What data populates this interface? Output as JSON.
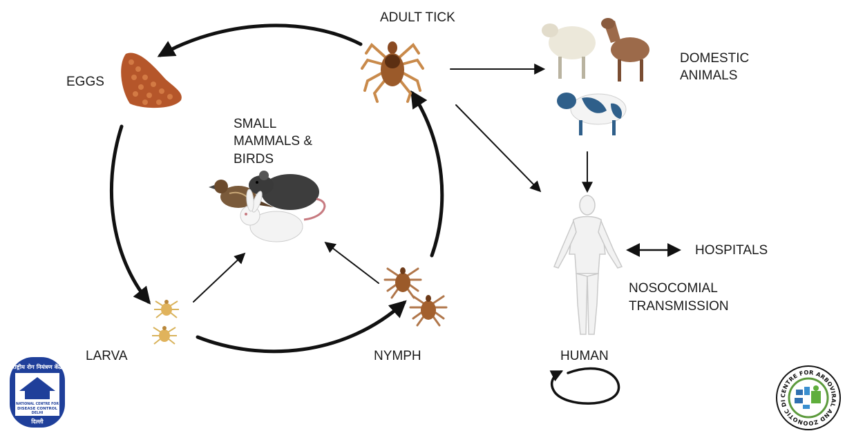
{
  "labels": {
    "adult_tick": "ADULT TICK",
    "eggs": "EGGS",
    "small_mammals": [
      "SMALL",
      "MAMMALS &",
      "BIRDS"
    ],
    "larva": "LARVA",
    "nymph": "NYMPH",
    "domestic_animals": [
      "DOMESTIC",
      "ANIMALS"
    ],
    "hospitals": "HOSPITALS",
    "nosocomial": [
      "NOSOCOMIAL",
      "TRANSMISSION"
    ],
    "human": "HUMAN"
  },
  "logos": {
    "ncdc": {
      "top_text": "राष्ट्रीय रोग नियंत्रण केंद्र",
      "lines": [
        "NATIONAL CENTRE FOR",
        "DISEASE CONTROL",
        "DELHI"
      ],
      "bottom_text": "दिल्ली"
    },
    "carzd": {
      "ring_text": "CENTRE FOR ARBOVIRAL AND ZOONOTIC DISEASES"
    }
  },
  "colors": {
    "arrow": "#111111",
    "tick_body": "#9b5a2a",
    "tick_legs": "#c98a4b",
    "eggs": "#b5562a",
    "cow_patch": "#2f5f8a",
    "ncdc_blue": "#1f3f9a"
  }
}
